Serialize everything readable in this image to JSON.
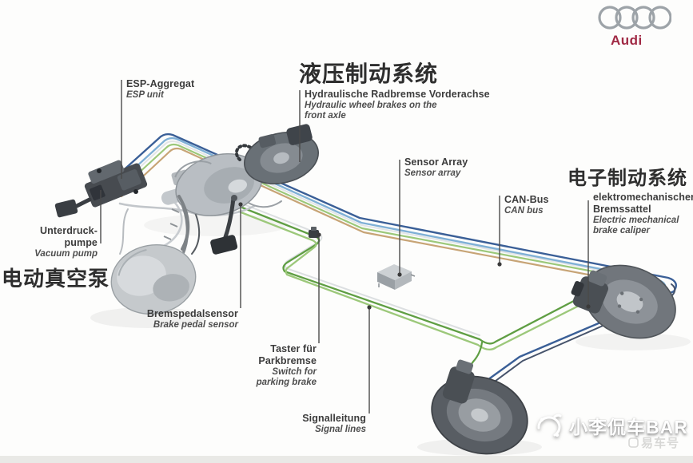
{
  "brand": {
    "name": "Audi"
  },
  "callouts": {
    "hydraulic_system": {
      "zh": "液压制动系统",
      "de": "Hydraulische Radbremse Vorderachse",
      "en1": "Hydraulic wheel brakes on the",
      "en2": "front axle"
    },
    "esp": {
      "de": "ESP-Aggregat",
      "en": "ESP unit"
    },
    "vacuum_pump": {
      "de1": "Unterdruck-",
      "de2": "pumpe",
      "en": "Vacuum pump",
      "zh": "电动真空泵"
    },
    "brake_pedal_sensor": {
      "de": "Bremspedalsensor",
      "en": "Brake pedal sensor"
    },
    "parking_brake_switch": {
      "de1": "Taster für",
      "de2": "Parkbremse",
      "en1": "Switch for",
      "en2": "parking brake"
    },
    "sensor_array": {
      "de": "Sensor Array",
      "en": "Sensor array"
    },
    "can_bus": {
      "de": "CAN-Bus",
      "en": "CAN bus"
    },
    "electronic_brake_system": {
      "zh": "电子制动系统",
      "de1": "elektromechanischer",
      "de2": "Bremssattel",
      "en1": "Electric mechanical",
      "en2": "brake caliper"
    },
    "signal_lines": {
      "de": "Signalleitung",
      "en": "Signal lines"
    }
  },
  "watermark": {
    "title": "小李侃车BAR",
    "sub": "易车号"
  },
  "colors": {
    "audi_red": "#a02944",
    "can_bus_dark_blue": "#3a5f97",
    "can_bus_light_blue": "#7fb0d6",
    "signal_green_dark": "#5f9e43",
    "signal_green_light": "#9cc87a",
    "brake_line_tan": "#c7a476",
    "leader_line": "#4a4a4a"
  }
}
